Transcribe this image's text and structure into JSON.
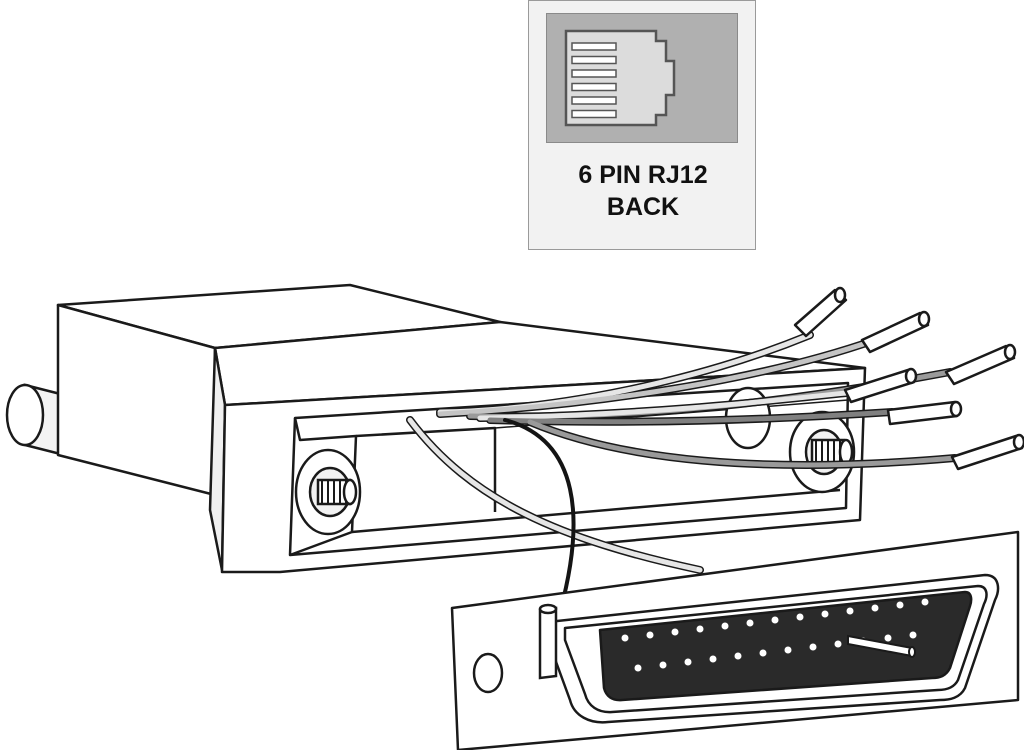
{
  "legend": {
    "line1": "6 PIN RJ12",
    "line2": "BACK",
    "jack_pin_count": 6
  },
  "colors": {
    "jack_panel": "#b0b0b0",
    "jack_body": "#dcdcdc",
    "outline": "#1a1a1a",
    "connector_face": "#2a2a2a",
    "wire_white": "#e6e6e6",
    "wire_light_gray": "#c4c4c4",
    "wire_gray": "#9a9a9a",
    "wire_dark_gray": "#808080",
    "wire_black": "#141414"
  },
  "connector": {
    "pin_rows": [
      13,
      12
    ]
  }
}
